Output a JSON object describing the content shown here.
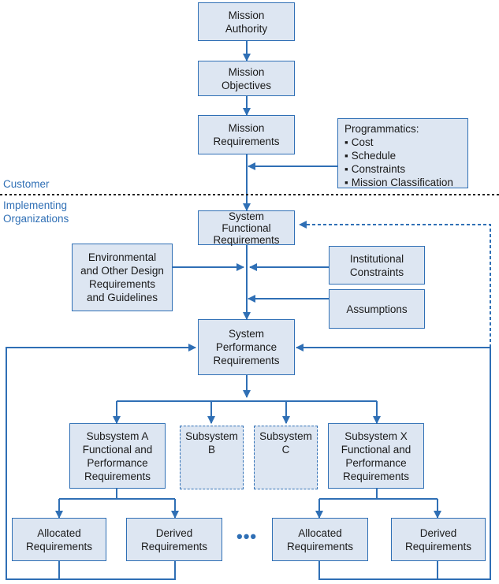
{
  "diagram": {
    "mission_authority": [
      "Mission",
      "Authority"
    ],
    "mission_objectives": [
      "Mission",
      "Objectives"
    ],
    "mission_requirements": [
      "Mission",
      "Requirements"
    ],
    "programmatics": {
      "title": "Programmatics:",
      "items": [
        "Cost",
        "Schedule",
        "Constraints",
        "Mission Classification"
      ]
    },
    "customer_label": "Customer",
    "implementing_label": [
      "Implementing",
      "Organizations"
    ],
    "system_functional": [
      "System",
      "Functional",
      "Requirements"
    ],
    "environmental": [
      "Environmental",
      "and Other Design",
      "Requirements",
      "and Guidelines"
    ],
    "institutional": [
      "Institutional",
      "Constraints"
    ],
    "assumptions": [
      "Assumptions"
    ],
    "system_performance": [
      "System",
      "Performance",
      "Requirements"
    ],
    "subsystem_a": [
      "Subsystem A",
      "Functional and",
      "Performance",
      "Requirements"
    ],
    "subsystem_b": [
      "Subsystem",
      "B"
    ],
    "subsystem_c": [
      "Subsystem",
      "C"
    ],
    "subsystem_x": [
      "Subsystem X",
      "Functional and",
      "Performance",
      "Requirements"
    ],
    "allocated_a": [
      "Allocated",
      "Requirements"
    ],
    "derived_a": [
      "Derived",
      "Requirements"
    ],
    "ellipsis": "•••",
    "allocated_x": [
      "Allocated",
      "Requirements"
    ],
    "derived_x": [
      "Derived",
      "Requirements"
    ]
  }
}
